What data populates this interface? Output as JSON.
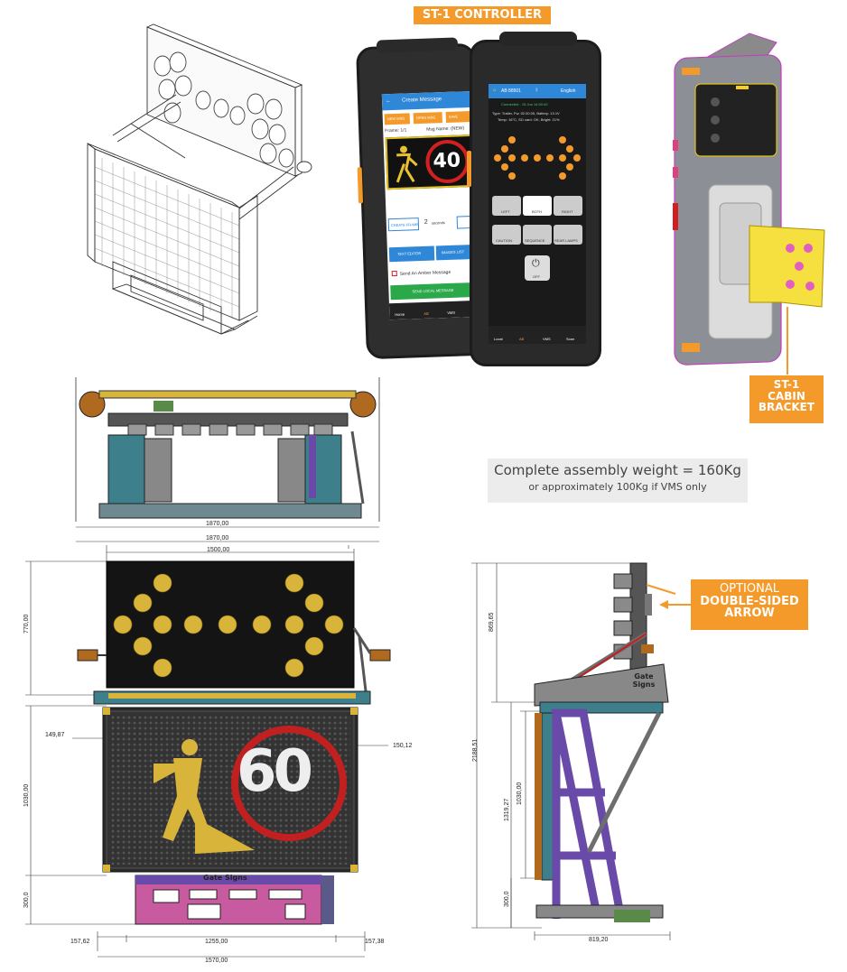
{
  "labels": {
    "controller": "ST-1 CONTROLLER",
    "cabin_bracket": [
      "ST-1",
      "CABIN",
      "BRACKET"
    ],
    "optional_arrow": [
      "OPTIONAL",
      "DOUBLE-SIDED",
      "ARROW"
    ],
    "brand": "Gate Signs"
  },
  "weight": {
    "main": "Complete assembly weight = 160Kg",
    "sub": "or approximately 100Kg if VMS only"
  },
  "phone_left": {
    "header": "Create Message",
    "tabs": [
      "NEW MSG",
      "OPEN MSG",
      "SAVE"
    ],
    "frame": "Frame: 1/1",
    "msg_name": "Msg Name: (NEW)",
    "sign_number": "40",
    "create_frame": "CREATE FRAME",
    "seconds_value": "2",
    "seconds_label": "seconds",
    "text_editor": "TEXT EDITOR",
    "images_list": "IMAGES LIST",
    "amber": "Send An Amber Message",
    "send_local": "SEND LOCAL MESSAGE",
    "nav": [
      "Home",
      "AB",
      "VMS"
    ]
  },
  "phone_right": {
    "device": "AB 88501",
    "lang": "English",
    "connected": "Connected - 15 Jun 14:00:42",
    "status1": "Type: Trailer, Fw: 02.00.05, Battery: 13.1V",
    "status2": "Temp: 16°C, SD card: OK, Bright: 21%",
    "buttons": [
      "LEFT",
      "BOTH",
      "RIGHT",
      "CAUTION",
      "SEQUENCE",
      "REAR LAMPS"
    ],
    "off": "OFF",
    "nav": [
      "Local",
      "AB",
      "VMS",
      "Scan"
    ]
  },
  "dimensions": {
    "top_width1": "1870,00",
    "top_width2": "1870,00",
    "arrow_width": "1500,00",
    "arrow_height": "770,00",
    "left_offset": "149,87",
    "right_offset": "150,12",
    "vms_height": "1030,00",
    "base_height": "300,0",
    "bottom_left": "157,62",
    "bottom_mid": "1255,00",
    "bottom_right": "157,38",
    "bottom_total": "1570,00",
    "side_arrow": "869,65",
    "side_total": "2188,51",
    "side_mid": "1319,27",
    "side_vms": "1030,00",
    "side_base": "300,0",
    "side_depth": "819,20"
  },
  "vms_display": {
    "speed": "60"
  },
  "colors": {
    "accent_orange": "#f39a2b",
    "amber": "#d9b43a",
    "frame_teal": "#3e7f8c",
    "frame_purple": "#6a4aa8",
    "frame_pink": "#c85aa0",
    "ring_red": "#c02020"
  }
}
